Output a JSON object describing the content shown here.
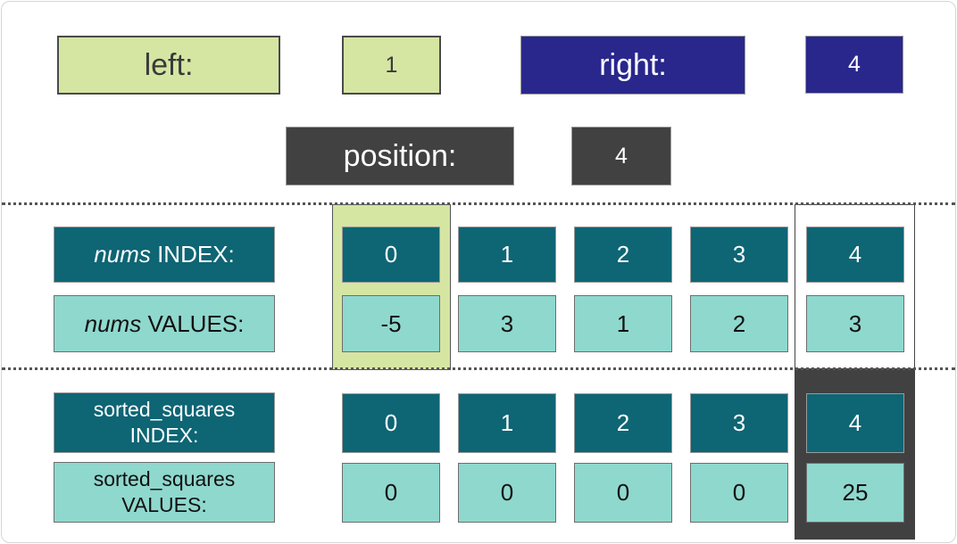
{
  "pointers": {
    "left_label": "left:",
    "left_value": "1",
    "right_label": "right:",
    "right_value": "4",
    "position_label": "position:",
    "position_value": "4"
  },
  "nums": {
    "name": "nums",
    "index_label": "INDEX:",
    "values_label": "VALUES:",
    "indices": [
      "0",
      "1",
      "2",
      "3",
      "4"
    ],
    "values": [
      "-5",
      "3",
      "1",
      "2",
      "3"
    ]
  },
  "sorted_squares": {
    "name": "sorted_squares",
    "index_label": "INDEX:",
    "values_label": "VALUES:",
    "indices": [
      "0",
      "1",
      "2",
      "3",
      "4"
    ],
    "values": [
      "0",
      "0",
      "0",
      "0",
      "25"
    ]
  },
  "colors": {
    "left_pointer_green": "#d5e6a3",
    "right_pointer_blue": "#29278c",
    "position_gray": "#414141",
    "index_box_teal": "#0e6574",
    "value_box_light_teal": "#8fd8ce"
  }
}
